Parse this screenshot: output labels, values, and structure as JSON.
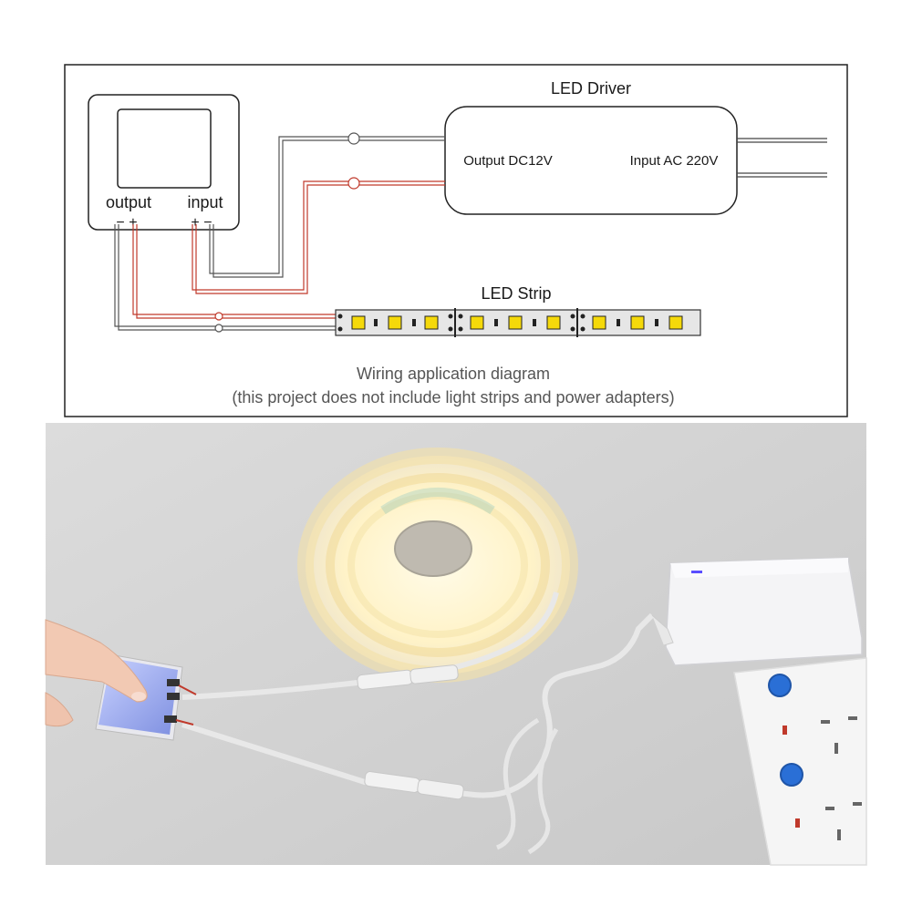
{
  "diagram": {
    "controller": {
      "output_label": "output",
      "output_polarity": "− +",
      "input_label": "input",
      "input_polarity": "+ −"
    },
    "driver": {
      "title": "LED Driver",
      "output_label": "Output DC12V",
      "input_label": "Input AC 220V"
    },
    "strip": {
      "title": "LED Strip"
    },
    "caption": {
      "line1": "Wiring application diagram",
      "line2": "(this project does not include light strips and power adapters)"
    },
    "colors": {
      "positive_wire": "#c0392b",
      "negative_wire": "#555555",
      "led_chip": "#f5d90a"
    }
  },
  "photo": {
    "description_items": [
      "touch-dimmer-switch",
      "led-strip-reel",
      "power-adapter",
      "wall-socket",
      "hand"
    ]
  }
}
